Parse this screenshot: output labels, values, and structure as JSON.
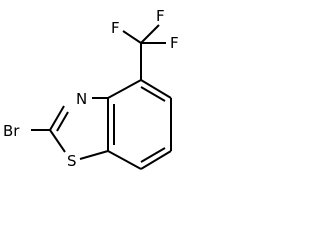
{
  "molecule": {
    "atoms": {
      "bromine": "Br",
      "nitrogen": "N",
      "sulfur": "S",
      "fluorine_top_left": "F",
      "fluorine_top_right": "F",
      "fluorine_right": "F"
    }
  },
  "colors": {
    "bond": "#000000",
    "label": "#000000",
    "background": "#ffffff"
  }
}
